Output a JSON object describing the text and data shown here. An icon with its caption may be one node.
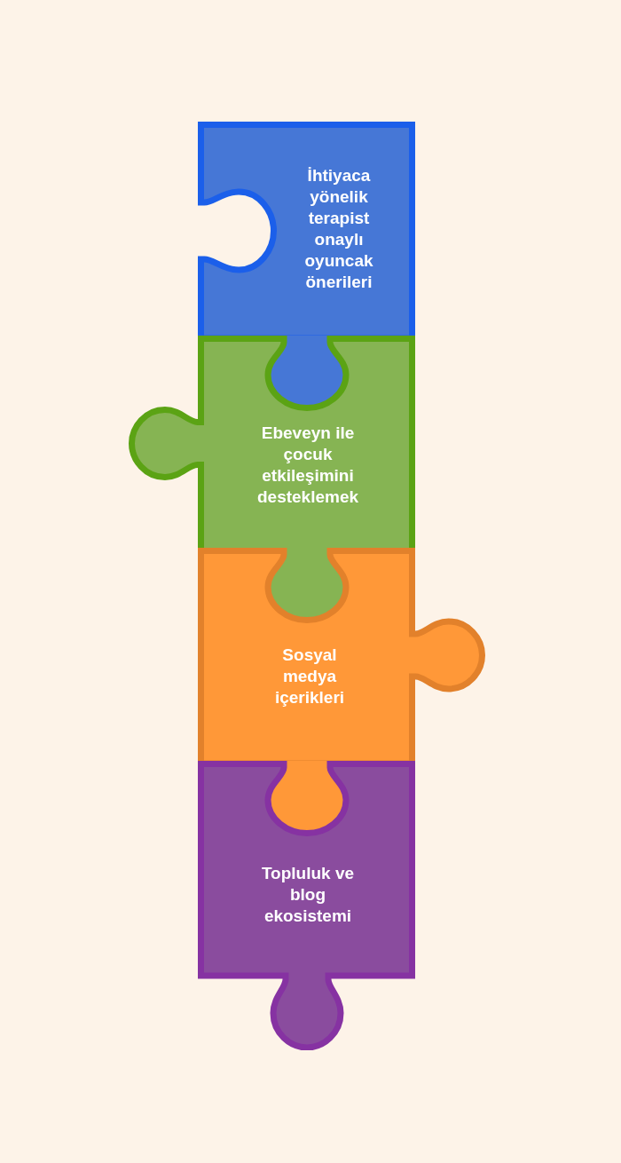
{
  "diagram": {
    "nodes": [
      {
        "text": [
          "İhtiyaca yönelik terapist onaylı oyuncak önerileri"
        ]
      },
      {
        "text": [
          "Ebeveyn ile çocuk etkileşimini desteklemek"
        ]
      },
      {
        "text": [
          "Sosyal medya içerikleri"
        ]
      },
      {
        "text": [
          "Topluluk ve blog ekosistemi"
        ]
      }
    ]
  }
}
